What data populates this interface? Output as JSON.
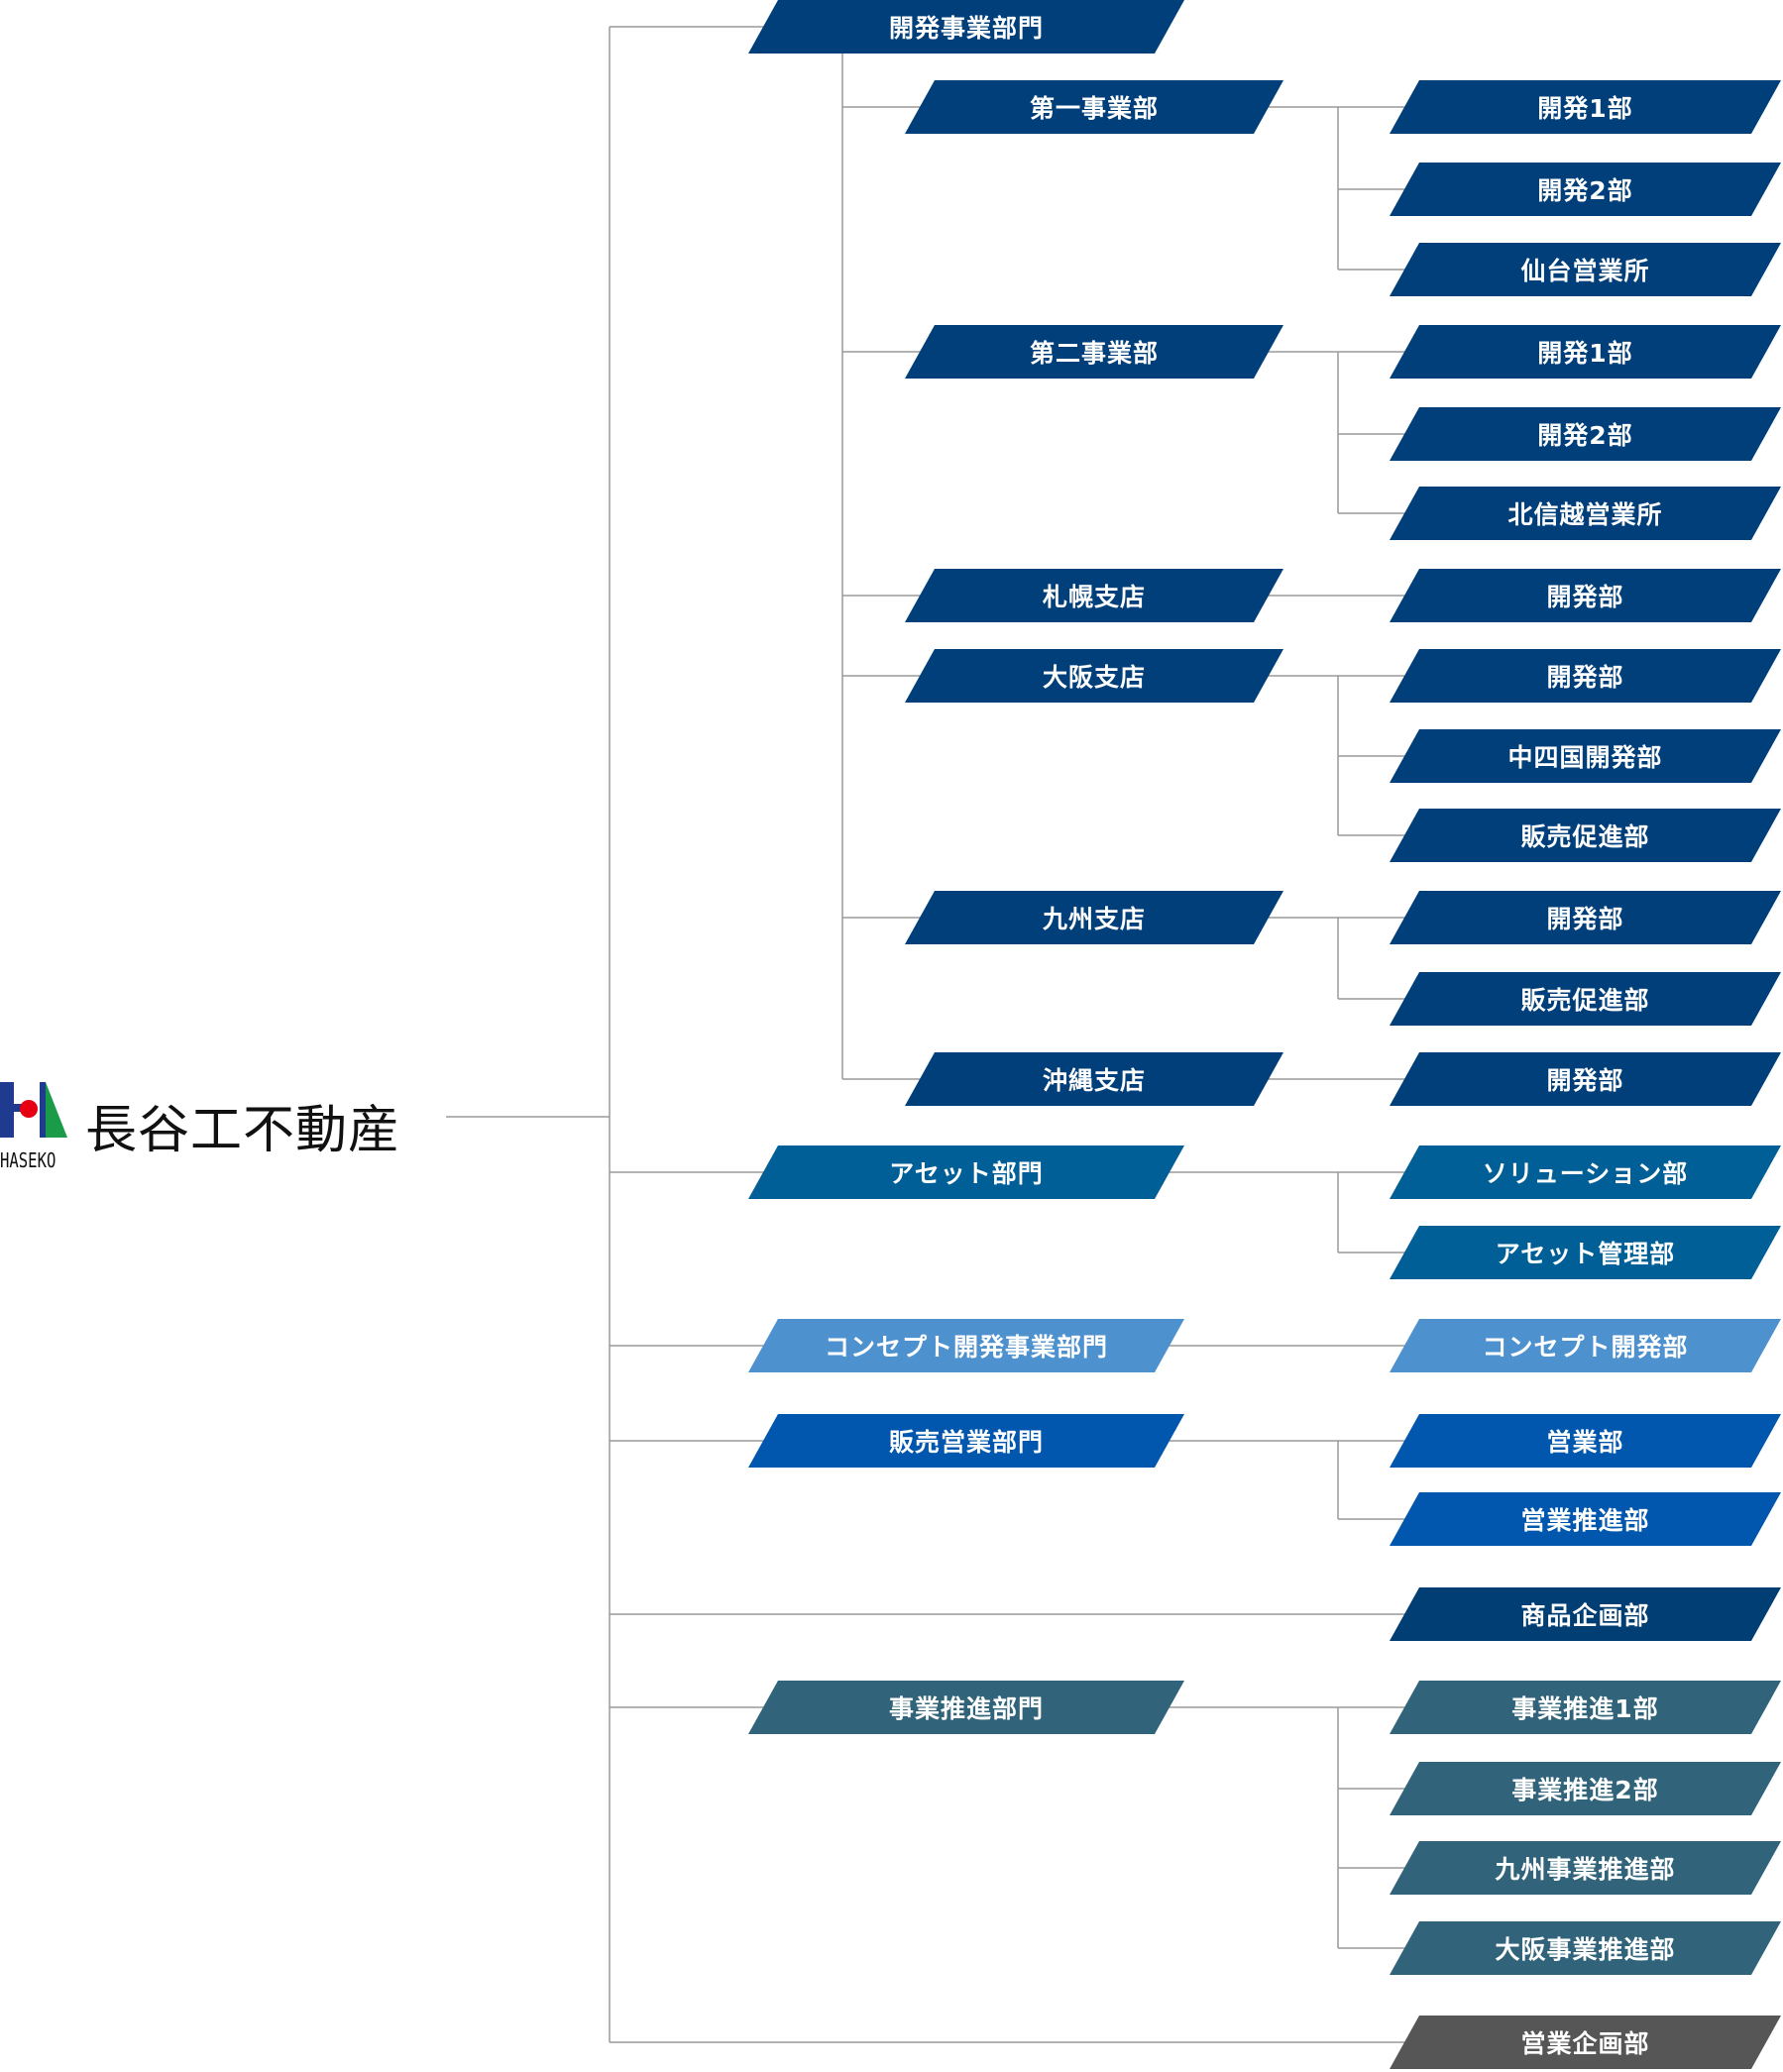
{
  "company": {
    "name": "長谷工不動産",
    "brand": "HASEKO"
  },
  "colors": {
    "dark": "#003f7a",
    "teal": "#005f96",
    "light": "#4e91cf",
    "blue": "#0057ad",
    "navy": "#003e73",
    "slate": "#31647b",
    "gray": "#565656",
    "line": "#9a9a9a"
  },
  "nodes": {
    "n0": "開発事業部門",
    "n1": "第一事業部",
    "n1a": "開発1部",
    "n1b": "開発2部",
    "n1c": "仙台営業所",
    "n2": "第二事業部",
    "n2a": "開発1部",
    "n2b": "開発2部",
    "n2c": "北信越営業所",
    "n3": "札幌支店",
    "n3a": "開発部",
    "n4": "大阪支店",
    "n4a": "開発部",
    "n4b": "中四国開発部",
    "n4c": "販売促進部",
    "n5": "九州支店",
    "n5a": "開発部",
    "n5b": "販売促進部",
    "n6": "沖縄支店",
    "n6a": "開発部",
    "m1": "アセット部門",
    "m1a": "ソリューション部",
    "m1b": "アセット管理部",
    "m2": "コンセプト開発事業部門",
    "m2a": "コンセプト開発部",
    "m3": "販売営業部門",
    "m3a": "営業部",
    "m3b": "営業推進部",
    "m4a": "商品企画部",
    "m5": "事業推進部門",
    "m5a": "事業推進1部",
    "m5b": "事業推進2部",
    "m5c": "九州事業推進部",
    "m5d": "大阪事業推進部",
    "m6a": "営業企画部"
  }
}
